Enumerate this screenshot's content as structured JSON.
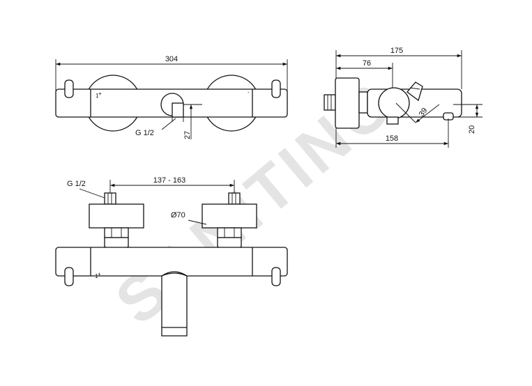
{
  "watermark": "SANITINO",
  "dimensions": {
    "front_width": "304",
    "front_connection": "G 1/2",
    "front_height": "27",
    "side_depth_total": "175",
    "side_depth_partial": "76",
    "side_depth_lower": "158",
    "side_diameter_small": "39",
    "side_height": "20",
    "top_connection": "G 1/2",
    "top_spacing": "137 - 163",
    "top_diameter": "Ø70"
  }
}
